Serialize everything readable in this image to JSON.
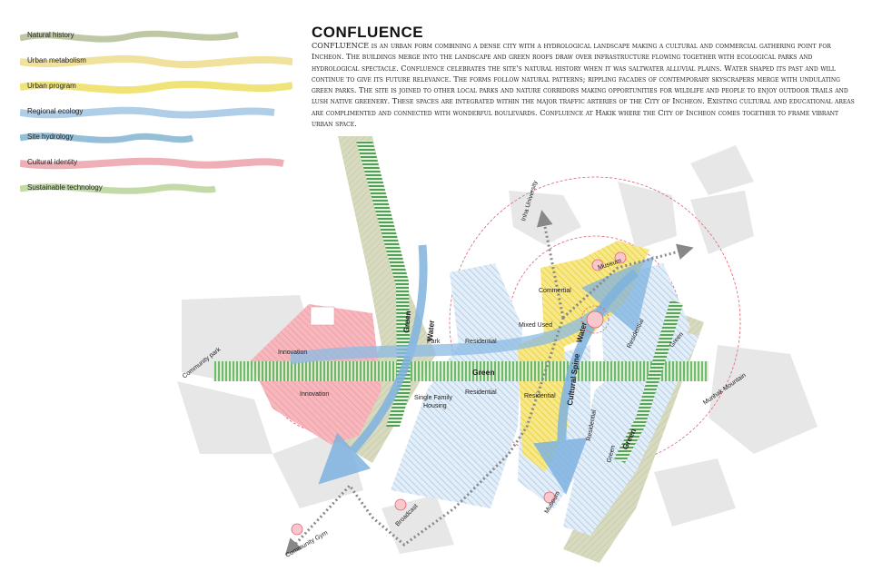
{
  "legend": [
    {
      "label": "Natural history",
      "color": "#8a9a5b"
    },
    {
      "label": "Urban metabolism",
      "color": "#e4c84a"
    },
    {
      "label": "Urban program",
      "color": "#e6d21e"
    },
    {
      "label": "Regional ecology",
      "color": "#6fa6d6"
    },
    {
      "label": "Site hydrology",
      "color": "#3e8ab8"
    },
    {
      "label": "Cultural identity",
      "color": "#e06070"
    },
    {
      "label": "Sustainable technology",
      "color": "#9ac26a"
    }
  ],
  "title": "CONFLUENCE",
  "description": "CONFLUENCE is an urban form combining a dense city with a hydrological landscape making a cultural and commercial gathering point for Incheon. The buildings merge into the landscape and green roofs draw over infrastructure flowing together with ecological parks and hydrological spectacle. Confluence celebrates the site's natural history when it was saltwater alluvial plains. Water shaped its past and will continue to give its future relevance. The forms follow natural patterns; rippling facades of contemporary skyscrapers merge with undulating green parks. The site is joined to other local parks and nature corridors making opportunities for wildlife and people to enjoy outdoor trails and lush native greenery. These spaces are integrated within the major traffic arteries of the City of Incheon. Existing cultural and educational areas are complimented and connected with wonderful boulevards. Confluence at Hakik where the City of Incheon comes together to frame vibrant urban space.",
  "map_labels": {
    "community_park": "Community park",
    "innovation_1": "Innovation",
    "innovation_2": "Innovation",
    "green_vertical": "Green",
    "water_vertical": "Water",
    "park": "Park",
    "residential_1": "Residential",
    "residential_2": "Residential",
    "residential_3": "Residential",
    "residential_4": "Residential",
    "residential_5": "Residential",
    "single_family": "Single Family",
    "housing": "Housing",
    "green_horizontal": "Green",
    "mixed_used": "Mixed Used",
    "commertial": "Commertial",
    "museum_top": "Museum",
    "museum_bottom": "Museum",
    "inha_university": "Inha University",
    "cultural_spine": "Cultural Spine",
    "water_right": "Water",
    "green_right": "Green",
    "green_diag_1": "Green",
    "green_diag_2": "Green",
    "munhak_mountain": "Munhak Mountain",
    "broadcast": "Broadcast",
    "community_gym": "Community Gym"
  },
  "colors": {
    "green_band": "#4caf50",
    "water": "#7fb3e0",
    "residential": "#cfe0f0",
    "program": "#f2dc4a",
    "innovation": "#f2a6ae",
    "circle": "#e06070",
    "building": "#e6e6e6"
  }
}
